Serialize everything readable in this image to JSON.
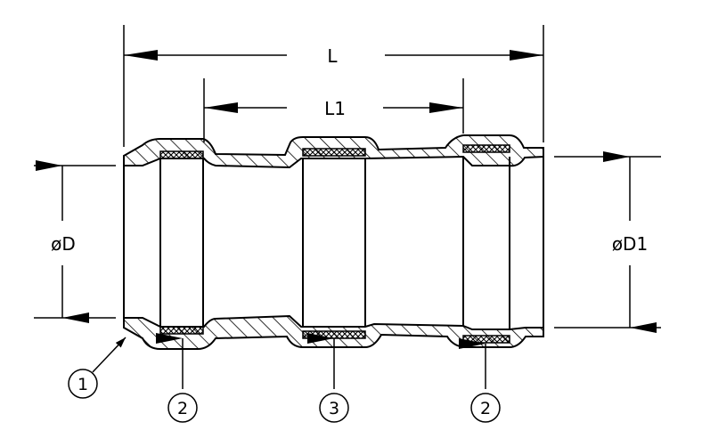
{
  "dimensions": {
    "overall_length": "L",
    "inner_length": "L1",
    "left_diameter": "øD",
    "right_diameter": "øD1"
  },
  "callouts": [
    {
      "number": "1"
    },
    {
      "number": "2"
    },
    {
      "number": "3"
    },
    {
      "number": "2"
    }
  ]
}
